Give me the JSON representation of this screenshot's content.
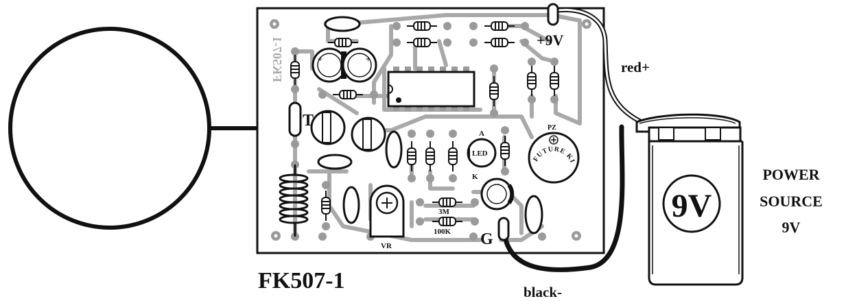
{
  "colors": {
    "ink": "#111111",
    "board": "#ffffff",
    "trace": "#a9a9a9",
    "pad": "#9a9a9a",
    "battery_body": "#ffffff"
  },
  "board": {
    "silkscreen_code": "FK507-1",
    "caption": "FK507-1",
    "supply_label": "+9V",
    "ground_label": "G",
    "transistor_label": "T",
    "vr_label": "VR",
    "pz_label": "PZ",
    "buzzer_text": "FUTURE KIT",
    "led_label": "LED",
    "led_anode": "A",
    "led_cathode": "K",
    "resistor_3m": "3M",
    "resistor_100k": "100K"
  },
  "battery": {
    "voltage": "9V"
  },
  "wires": {
    "red_label": "red+",
    "black_label": "black-"
  },
  "power_source": {
    "line1": "POWER",
    "line2": "SOURCE",
    "line3": "9V"
  },
  "icons": [
    "antenna-loop-icon",
    "coil-icon",
    "ic-chip-icon",
    "buzzer-icon",
    "led-icon",
    "battery-icon"
  ]
}
